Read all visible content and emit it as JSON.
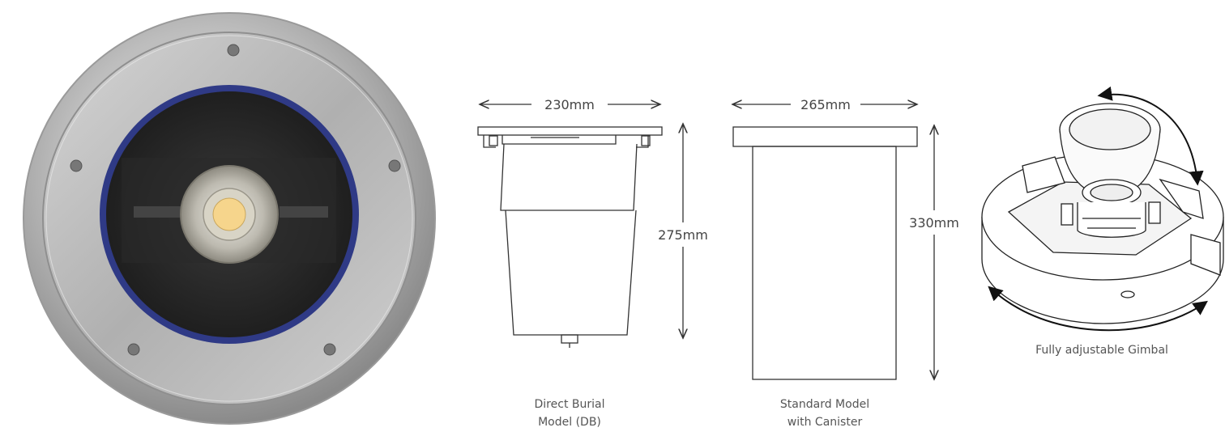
{
  "diagram": {
    "direct_burial": {
      "width_label": "230mm",
      "height_label": "275mm",
      "caption_line1": "Direct Burial",
      "caption_line2": "Model (DB)"
    },
    "standard_model": {
      "width_label": "265mm",
      "height_label": "330mm",
      "caption_line1": "Standard Model",
      "caption_line2": "with Canister"
    },
    "gimbal": {
      "caption": "Fully adjustable Gimbal"
    }
  },
  "colors": {
    "line": "#333333",
    "steel_light": "#e0e0e0",
    "steel_dark": "#8a8a8a",
    "inner_ring": "#2f3a86",
    "led_core": "#f6d58c"
  },
  "icons": {
    "product_photo": "round-inground-uplight",
    "gimbal": "gimbal-drawing"
  }
}
